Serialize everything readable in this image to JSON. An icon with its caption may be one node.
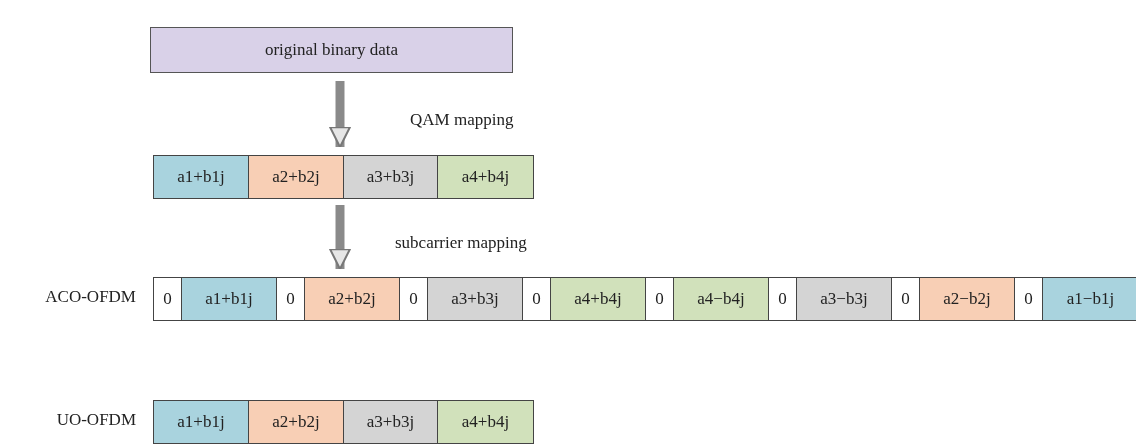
{
  "diagram": {
    "nodes": [
      {
        "text": [
          "original binary data"
        ]
      },
      {
        "text": [],
        "shape": "box"
      },
      {
        "text": [
          "a1+b1j"
        ],
        "in": 1
      },
      {
        "text": [
          "a2+b2j"
        ],
        "in": 1
      },
      {
        "text": [
          "a3+b3j"
        ],
        "in": 1
      },
      {
        "text": [
          "a4+b4j"
        ],
        "in": 1
      },
      {
        "text": [],
        "shape": "box",
        "beside": [
          "ACO-OFDM"
        ]
      },
      {
        "text": [
          "0"
        ],
        "in": 6
      },
      {
        "text": [
          "a1+b1j"
        ],
        "in": 6
      },
      {
        "text": [
          "0"
        ],
        "in": 6
      },
      {
        "text": [
          "a2+b2j"
        ],
        "in": 6
      },
      {
        "text": [
          "0"
        ],
        "in": 6
      },
      {
        "text": [
          "a3+b3j"
        ],
        "in": 6
      },
      {
        "text": [
          "0"
        ],
        "in": 6
      },
      {
        "text": [
          "a4+b4j"
        ],
        "in": 6
      },
      {
        "text": [
          "0"
        ],
        "in": 6
      },
      {
        "text": [
          "a4−b4j"
        ],
        "in": 6
      },
      {
        "text": [
          "0"
        ],
        "in": 6
      },
      {
        "text": [
          "a3−b3j"
        ],
        "in": 6
      },
      {
        "text": [
          "0"
        ],
        "in": 6
      },
      {
        "text": [
          "a2−b2j"
        ],
        "in": 6
      },
      {
        "text": [
          "0"
        ],
        "in": 6
      },
      {
        "text": [
          "a1−b1j"
        ],
        "in": 6
      },
      {
        "text": [],
        "shape": "box",
        "beside": [
          "UO-OFDM"
        ]
      },
      {
        "text": [
          "a1+b1j"
        ],
        "in": 23
      },
      {
        "text": [
          "a2+b2j"
        ],
        "in": 23
      },
      {
        "text": [
          "a3+b3j"
        ],
        "in": 23
      },
      {
        "text": [
          "a4+b4j"
        ],
        "in": 23
      }
    ],
    "edges": [
      {
        "from": 0,
        "to": 1,
        "arrow": "to",
        "label": "QAM mapping"
      },
      {
        "from": 1,
        "to": 6,
        "arrow": "to",
        "label": "subcarrier mapping"
      }
    ]
  }
}
